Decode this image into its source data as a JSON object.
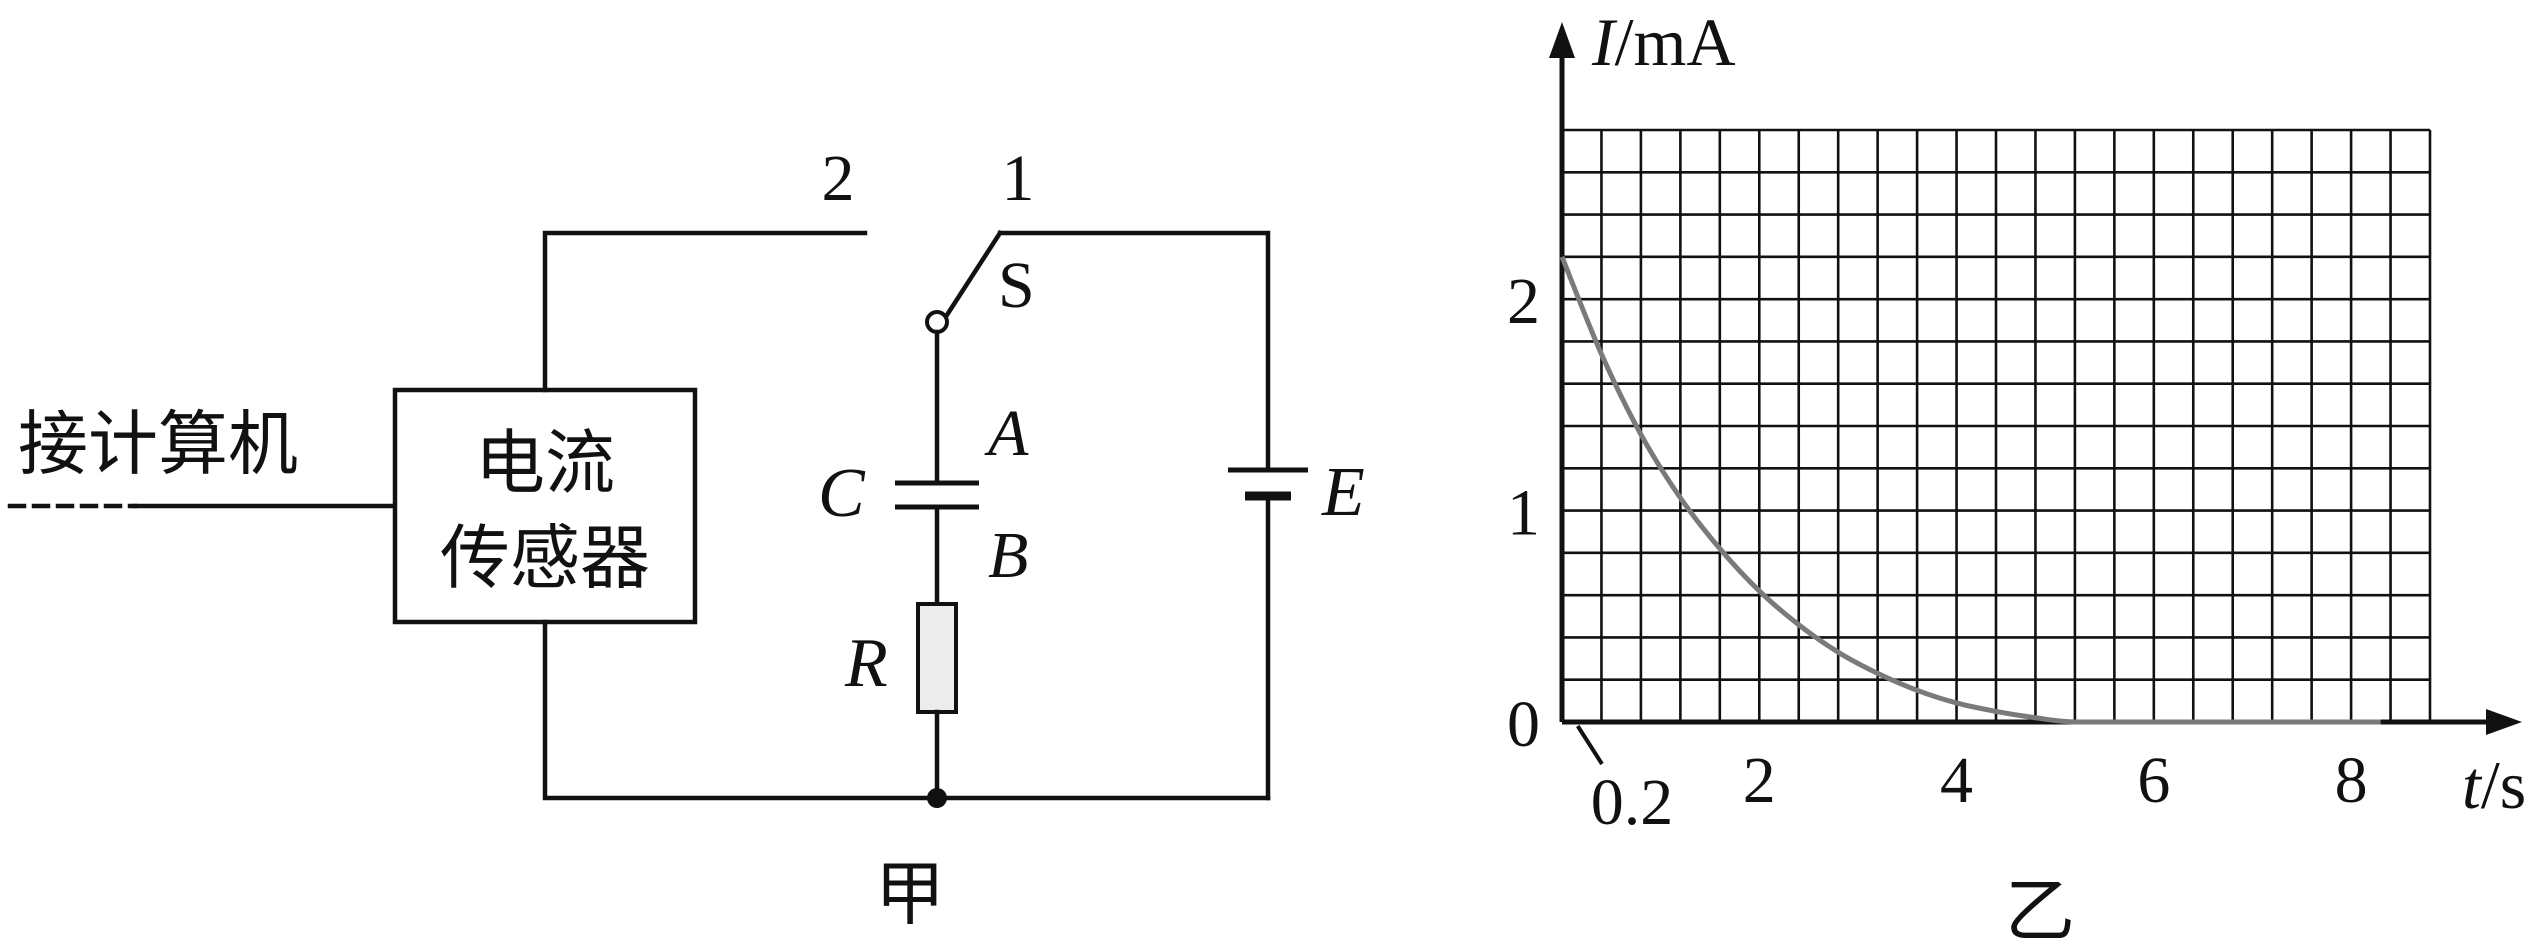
{
  "circuit": {
    "caption": "甲",
    "computer_label": "接计算机",
    "sensor_label_line1": "电流",
    "sensor_label_line2": "传感器",
    "contact_2_label": "2",
    "contact_1_label": "1",
    "switch_label": "S",
    "capacitor_label": "C",
    "plate_a_label": "A",
    "plate_b_label": "B",
    "resistor_label": "R",
    "battery_label": "E"
  },
  "chart_data": {
    "type": "line",
    "caption": "乙",
    "ylabel_var": "I",
    "ylabel_unit": "/mA",
    "xlabel_var": "t",
    "xlabel_unit": "/s",
    "xlim": [
      0,
      8.8
    ],
    "ylim": [
      0,
      2.8
    ],
    "grid": true,
    "grid_step_x": 0.4,
    "grid_step_y": 0.2,
    "x_ticks": [
      {
        "value": 0.2,
        "label": "0.2"
      },
      {
        "value": 2,
        "label": "2"
      },
      {
        "value": 4,
        "label": "4"
      },
      {
        "value": 6,
        "label": "6"
      },
      {
        "value": 8,
        "label": "8"
      }
    ],
    "y_ticks": [
      {
        "value": 0,
        "label": "0"
      },
      {
        "value": 1,
        "label": "1"
      },
      {
        "value": 2,
        "label": "2"
      }
    ],
    "series": [
      {
        "color": "#7a7a7a",
        "x": [
          0,
          0.4,
          0.8,
          1.2,
          1.6,
          2.0,
          2.4,
          2.8,
          3.2,
          3.6,
          4.0,
          4.4,
          4.8,
          5.2,
          6.0,
          7.0,
          8.3
        ],
        "y": [
          2.2,
          1.74,
          1.36,
          1.06,
          0.82,
          0.62,
          0.46,
          0.33,
          0.23,
          0.15,
          0.09,
          0.05,
          0.02,
          0.0,
          0.0,
          0.0,
          0.0
        ]
      }
    ]
  }
}
